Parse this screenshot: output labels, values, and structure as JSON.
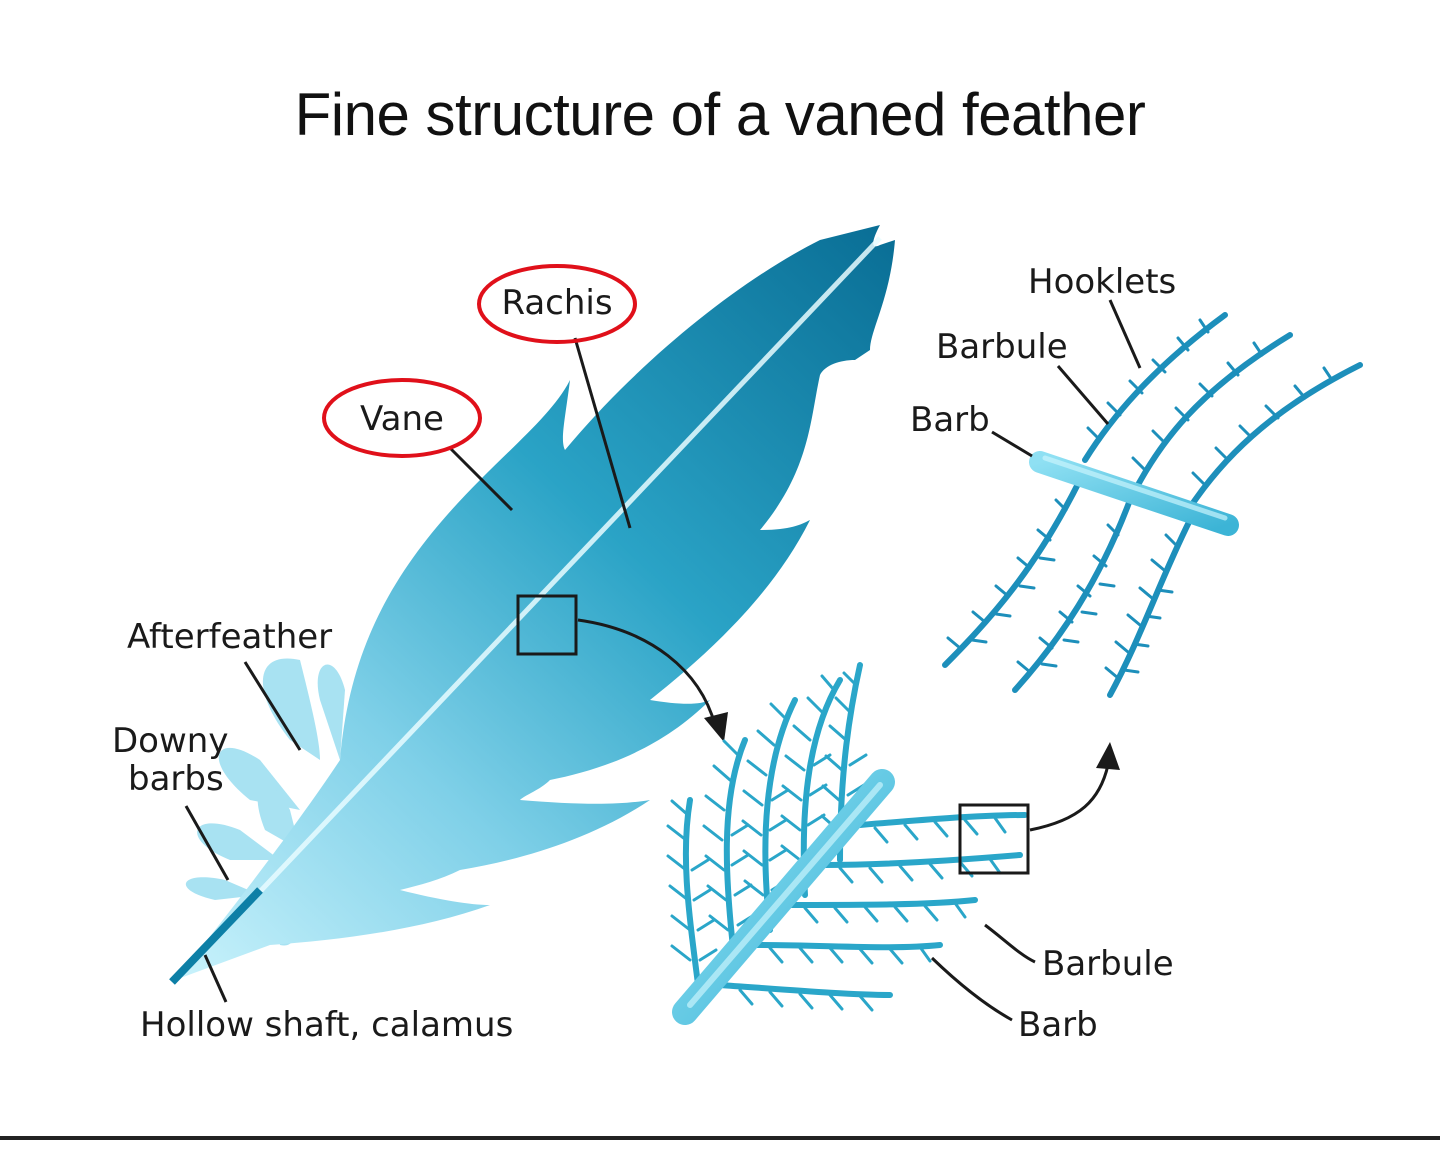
{
  "title": "Fine structure of a vaned feather",
  "labels": {
    "rachis": "Rachis",
    "vane": "Vane",
    "afterfeather": "Afterfeather",
    "downy_line1": "Downy",
    "downy_line2": "barbs",
    "hollow_shaft": "Hollow shaft, calamus",
    "hooklets": "Hooklets",
    "barbule_top": "Barbule",
    "barb_top": "Barb",
    "barbule_bottom": "Barbule",
    "barb_bottom": "Barb"
  },
  "colors": {
    "feather_dark": "#0a6f96",
    "feather_mid": "#1f9cbf",
    "feather_light": "#a9e6f5",
    "highlight_circle": "#e0101a",
    "ink": "#1a1a1a"
  }
}
